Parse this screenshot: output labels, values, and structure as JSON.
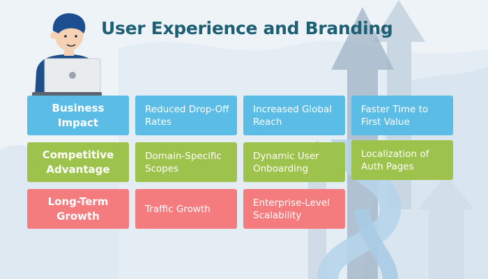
{
  "title": "User Experience and Branding",
  "colors": {
    "blue": "#5bbde6",
    "green": "#9ec34c",
    "red": "#f47c7f",
    "title": "#1d5f73"
  },
  "rows": [
    {
      "category": "Business Impact",
      "items": [
        "Reduced Drop-Off Rates",
        "Increased Global Reach",
        "Faster Time to First Value"
      ]
    },
    {
      "category": "Competitive Advantage",
      "items": [
        "Domain-Specific Scopes",
        "Dynamic User Onboarding",
        "Localization of Auth Pages"
      ]
    },
    {
      "category": "Long-Term Growth",
      "items": [
        "Traffic Growth",
        "Enterprise-Level Scalability"
      ]
    }
  ]
}
